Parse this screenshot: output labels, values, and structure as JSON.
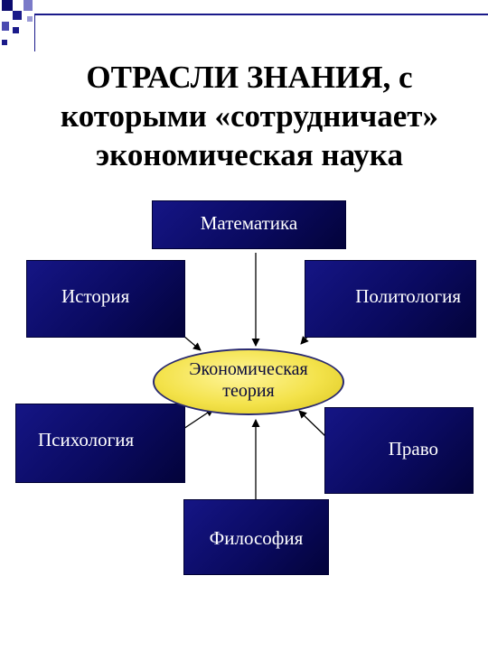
{
  "title": {
    "line1": "ОТРАСЛИ ЗНАНИЯ, с",
    "line2": "которыми «сотрудничает»",
    "line3": "экономическая наука"
  },
  "center": {
    "line1": "Экономическая",
    "line2": "теория",
    "fill": "#f3e24a"
  },
  "nodes": {
    "math": "Математика",
    "history": "История",
    "politology": "Политология",
    "psychology": "Психология",
    "law": "Право",
    "philosophy": "Философия"
  },
  "colors": {
    "box": "#0a0a60",
    "accent": "#1a1a8a"
  }
}
